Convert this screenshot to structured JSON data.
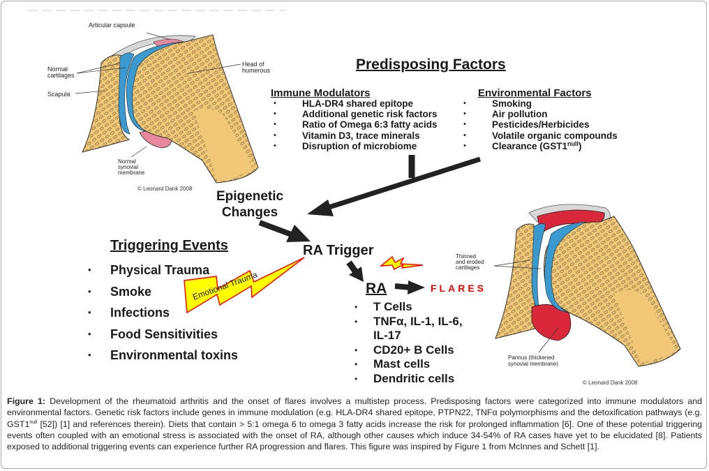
{
  "figure": {
    "normal_joint": {
      "labels": {
        "articular_capsule": "Articular capsule",
        "head_of_humerus_line1": "Head of",
        "head_of_humerus_line2": "humerous",
        "normal_cartilages_line1": "Normal",
        "normal_cartilages_line2": "cartilages",
        "scapula": "Scapula",
        "synovial_line1": "Normal",
        "synovial_line2": "synovial",
        "synovial_line3": "membrane"
      },
      "copyright": "© Leonard Dank 2008"
    },
    "ra_joint": {
      "labels": {
        "thinned_line1": "Thinned",
        "thinned_line2": "and eroded",
        "thinned_line3": "cartilages",
        "pannus_line1": "Pannus (thickened",
        "pannus_line2": "synovial membrane)"
      },
      "copyright": "© Leonard Dank 2008"
    },
    "predisposing": {
      "title": "Predisposing Factors",
      "immune": {
        "title": "Immune Modulators",
        "items": [
          "HLA-DR4 shared epitope",
          "Additional genetic risk factors",
          "Ratio of Omega 6:3 fatty acids",
          "Vitamin D3, trace minerals",
          "Disruption of microbiome"
        ]
      },
      "environmental": {
        "title": "Environmental Factors",
        "items": [
          "Smoking",
          "Air pollution",
          "Pesticides/Herbicides",
          "Volatile organic compounds"
        ],
        "last_item_prefix": "Clearance (GST1",
        "last_item_sup": "null",
        "last_item_suffix": ")"
      }
    },
    "epigenetic": {
      "line1": "Epigenetic",
      "line2": "Changes"
    },
    "triggering": {
      "title": "Triggering Events",
      "items": [
        "Physical Trauma",
        "Smoke",
        "Infections",
        "Food Sensitivities",
        "Environmental toxins"
      ],
      "bolt_label": "Emotional Trauma"
    },
    "ra_trigger": "RA Trigger",
    "ra": {
      "title": "RA",
      "flares": "FLARES",
      "items": [
        "T Cells",
        "TNFα, IL-1, IL-6,",
        "IL-17",
        "CD20+ B Cells",
        "Mast cells",
        "Dendritic cells"
      ]
    },
    "bullet": "•",
    "colors": {
      "bone": "#f0c878",
      "cartilage": "#3a9ad0",
      "synovium_normal": "#e8889e",
      "pannus": "#d8283a",
      "bolt_fill": "#ffff00",
      "bolt_stroke": "#ff0000",
      "flares": "#e80000"
    }
  },
  "caption": {
    "label": "Figure 1:",
    "text_part1": " Development of the rheumatoid arthritis and the onset of flares involves a multistep process. Predisposing factors were categorized into immune modulators and environmental factors. Genetic risk factors include genes in immune modulation (e.g. HLA-DR4 shared epitope, PTPN22, TNFα polymorphisms and the detoxification pathways (e.g. GST1",
    "sup": "null",
    "text_part2": " [52]) [1] and references therein). Diets that contain > 5:1 omega 6 to omega 3 fatty acids increase the risk for prolonged inflammation [6]. One of these potential triggering events often coupled with an emotional stress is associated with the onset of RA, although other causes which induce 34-54% of RA cases have yet to be elucidated [8]. Patients exposed to additional triggering events can experience further RA progression and flares. This figure was inspired by Figure 1 from McInnes and Schett [1]."
  }
}
